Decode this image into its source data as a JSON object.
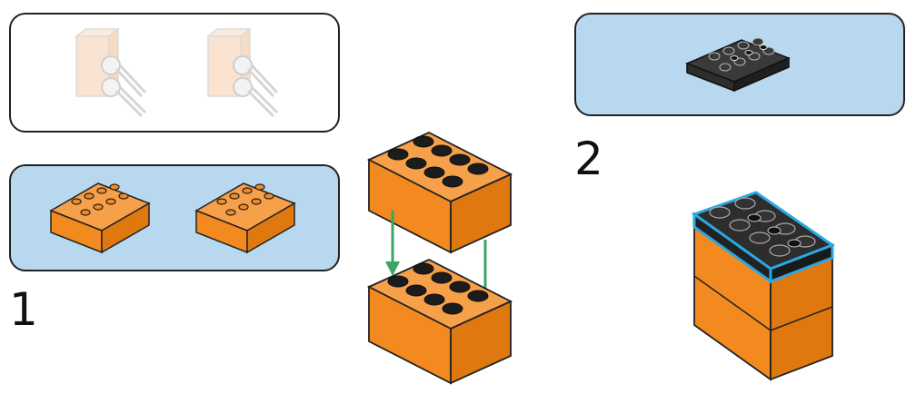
{
  "steps": [
    {
      "number": "1"
    },
    {
      "number": "2"
    }
  ],
  "parts": {
    "step1_pieces": [
      "orange-brick-2x4",
      "orange-brick-2x4"
    ],
    "faded_pieces": [
      "axle-connector",
      "axle-connector"
    ],
    "step2_pieces": [
      "black-plate-2x4"
    ]
  },
  "colors": {
    "panel_blue": "#b8d8ef",
    "brick_orange": "#f28a1f",
    "plate_black": "#2d2d2d",
    "arrow_green": "#3aa564",
    "highlight_blue": "#29a8e0"
  }
}
